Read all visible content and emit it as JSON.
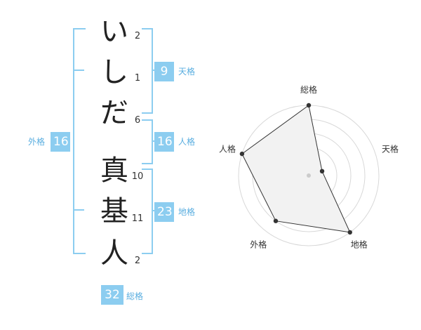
{
  "name": {
    "chars": [
      {
        "char": "い",
        "strokes": "2"
      },
      {
        "char": "し",
        "strokes": "1"
      },
      {
        "char": "だ",
        "strokes": "6"
      },
      {
        "char": "真",
        "strokes": "10"
      },
      {
        "char": "基",
        "strokes": "11"
      },
      {
        "char": "人",
        "strokes": "2"
      }
    ]
  },
  "scores": {
    "tenkaku": {
      "value": "9",
      "label": "天格"
    },
    "jinkaku": {
      "value": "16",
      "label": "人格"
    },
    "chikaku": {
      "value": "23",
      "label": "地格"
    },
    "gaikaku": {
      "value": "16",
      "label": "外格"
    },
    "soukaku": {
      "value": "32",
      "label": "総格"
    }
  },
  "colors": {
    "accent": "#8ccdf0",
    "accent_text": "#5aaee0",
    "badge_text": "#ffffff"
  },
  "chart_data": {
    "type": "radar",
    "axes": [
      "総格",
      "天格",
      "地格",
      "外格",
      "人格"
    ],
    "values": [
      5,
      1,
      5,
      4,
      5
    ],
    "range": [
      0,
      5
    ],
    "rings": 5,
    "grid": true,
    "fill": "#f2f2f2",
    "stroke": "#333333"
  }
}
